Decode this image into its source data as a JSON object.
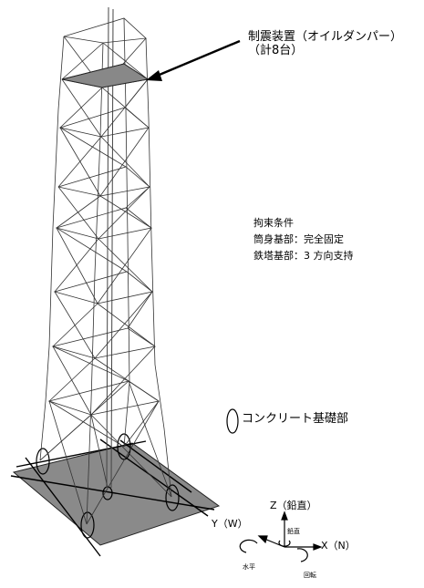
{
  "damper": {
    "line1": "制震装置（オイルダンパー）",
    "line2": "（計8台）"
  },
  "constraints": {
    "title": "拘束条件",
    "item1": "筒身基部：完全固定",
    "item2": "鉄塔基部：3 方向支持"
  },
  "legend": {
    "foundation_label": "コンクリート基礎部"
  },
  "axes": {
    "z_label": "Z（鉛直）",
    "y_label": "Y（W）",
    "x_label": "X（N）",
    "vertical_small": "鉛直",
    "horizontal_small": "水平",
    "rotation_small": "回転"
  },
  "colors": {
    "base_plate": "#8a8a8a",
    "damper_panel": "#888888",
    "frame": "#333333"
  }
}
